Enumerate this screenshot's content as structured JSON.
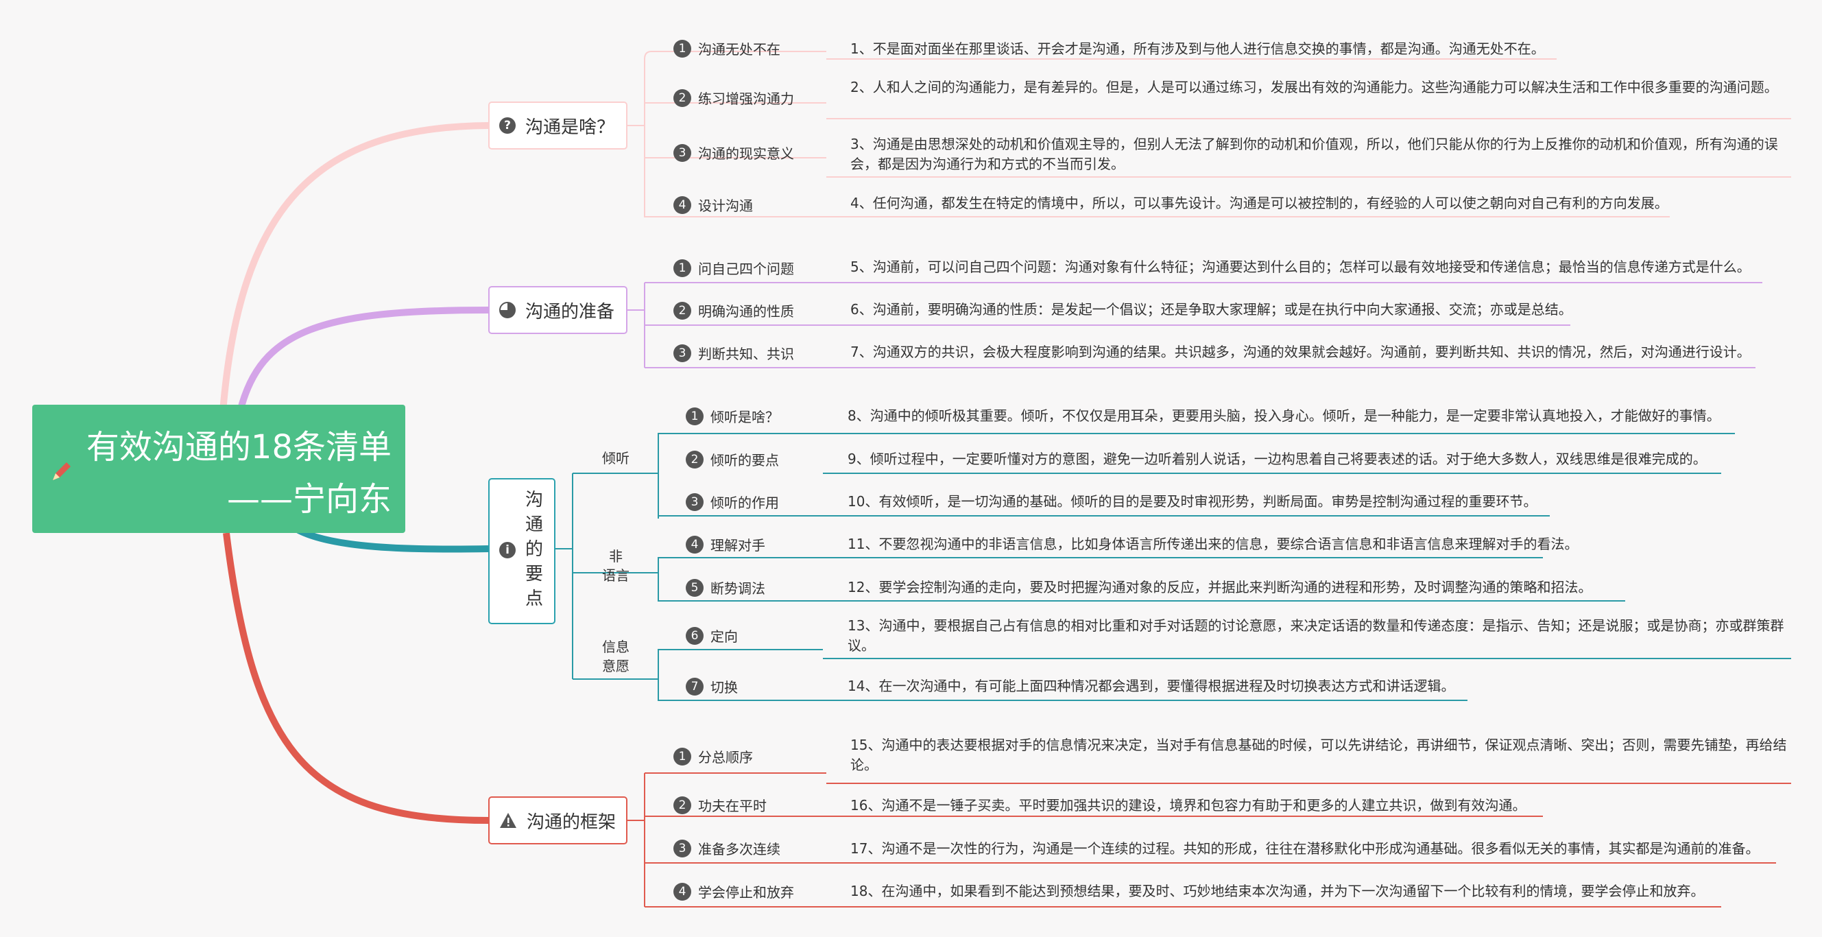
{
  "title": {
    "line1": "有效沟通的18条清单",
    "line2": "——宁向东"
  },
  "colors": {
    "pink": "#fbcfcf",
    "purple": "#d4a4e8",
    "teal": "#2a9aa6",
    "red": "#e05a4e",
    "root": "#4dc088"
  },
  "topics": [
    {
      "label": "沟通是啥？",
      "icon": "question-icon"
    },
    {
      "label": "沟通的准备",
      "icon": "pie-icon"
    },
    {
      "label": "沟通的要点",
      "chars": [
        "沟",
        "通",
        "的",
        "要",
        "点"
      ],
      "icon": "info-icon"
    },
    {
      "label": "沟通的框架",
      "icon": "warning-icon"
    }
  ],
  "groups": {
    "g1": "倾听",
    "g2a": "非",
    "g2b": "语言",
    "g3a": "信息",
    "g3b": "意愿"
  },
  "items": [
    {
      "n": "1",
      "label": "沟通无处不在",
      "desc": "1、不是面对面坐在那里谈话、开会才是沟通，所有涉及到与他人进行信息交换的事情，都是沟通。沟通无处不在。"
    },
    {
      "n": "2",
      "label": "练习增强沟通力",
      "desc": "2、人和人之间的沟通能力，是有差异的。但是，人是可以通过练习，发展出有效的沟通能力。这些沟通能力可以解决生活和工作中很多重要的沟通问题。"
    },
    {
      "n": "3",
      "label": "沟通的现实意义",
      "desc": "3、沟通是由思想深处的动机和价值观主导的，但别人无法了解到你的动机和价值观，所以，他们只能从你的行为上反推你的动机和价值观，所有沟通的误会，都是因为沟通行为和方式的不当而引发。"
    },
    {
      "n": "4",
      "label": "设计沟通",
      "desc": "4、任何沟通，都发生在特定的情境中，所以，可以事先设计。沟通是可以被控制的，有经验的人可以使之朝向对自己有利的方向发展。"
    },
    {
      "n": "1",
      "label": "问自己四个问题",
      "desc": "5、沟通前，可以问自己四个问题：沟通对象有什么特征；沟通要达到什么目的；怎样可以最有效地接受和传递信息；最恰当的信息传递方式是什么。"
    },
    {
      "n": "2",
      "label": "明确沟通的性质",
      "desc": "6、沟通前，要明确沟通的性质：是发起一个倡议；还是争取大家理解；或是在执行中向大家通报、交流；亦或是总结。"
    },
    {
      "n": "3",
      "label": "判断共知、共识",
      "desc": "7、沟通双方的共识，会极大程度影响到沟通的结果。共识越多，沟通的效果就会越好。沟通前，要判断共知、共识的情况，然后，对沟通进行设计。"
    },
    {
      "n": "1",
      "label": "倾听是啥？",
      "desc": "8、沟通中的倾听极其重要。倾听，不仅仅是用耳朵，更要用头脑，投入身心。倾听，是一种能力，是一定要非常认真地投入，才能做好的事情。"
    },
    {
      "n": "2",
      "label": "倾听的要点",
      "desc": "9、倾听过程中，一定要听懂对方的意图，避免一边听着别人说话，一边构思着自己将要表述的话。对于绝大多数人，双线思维是很难完成的。"
    },
    {
      "n": "3",
      "label": "倾听的作用",
      "desc": "10、有效倾听，是一切沟通的基础。倾听的目的是要及时审视形势，判断局面。审势是控制沟通过程的重要环节。"
    },
    {
      "n": "4",
      "label": "理解对手",
      "desc": "11、不要忽视沟通中的非语言信息，比如身体语言所传递出来的信息，要综合语言信息和非语言信息来理解对手的看法。"
    },
    {
      "n": "5",
      "label": "断势调法",
      "desc": "12、要学会控制沟通的走向，要及时把握沟通对象的反应，并据此来判断沟通的进程和形势，及时调整沟通的策略和招法。"
    },
    {
      "n": "6",
      "label": "定向",
      "desc": "13、沟通中，要根据自己占有信息的相对比重和对手对话题的讨论意愿，来决定话语的数量和传递态度：是指示、告知；还是说服；或是协商；亦或群策群议。"
    },
    {
      "n": "7",
      "label": "切换",
      "desc": "14、在一次沟通中，有可能上面四种情况都会遇到，要懂得根据进程及时切换表达方式和讲话逻辑。"
    },
    {
      "n": "1",
      "label": "分总顺序",
      "desc": "15、沟通中的表达要根据对手的信息情况来决定，当对手有信息基础的时候，可以先讲结论，再讲细节，保证观点清晰、突出；否则，需要先铺垫，再给结论。"
    },
    {
      "n": "2",
      "label": "功夫在平时",
      "desc": "16、沟通不是一锤子买卖。平时要加强共识的建设，境界和包容力有助于和更多的人建立共识，做到有效沟通。"
    },
    {
      "n": "3",
      "label": "准备多次连续",
      "desc": "17、沟通不是一次性的行为，沟通是一个连续的过程。共知的形成，往往在潜移默化中形成沟通基础。很多看似无关的事情，其实都是沟通前的准备。"
    },
    {
      "n": "4",
      "label": "学会停止和放弃",
      "desc": "18、在沟通中，如果看到不能达到预想结果，要及时、巧妙地结束本次沟通，并为下一次沟通留下一个比较有利的情境，要学会停止和放弃。"
    }
  ]
}
